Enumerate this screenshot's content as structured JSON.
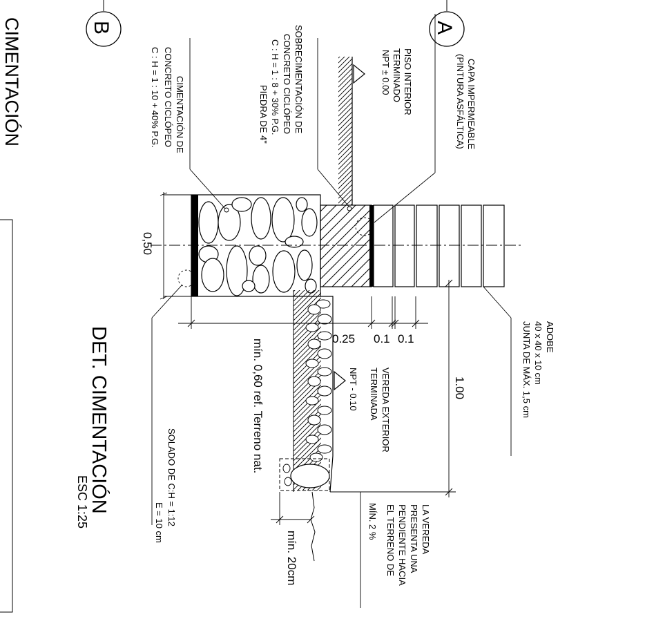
{
  "sheet_title": "CIMENTACIÓN",
  "detail_title": "DET. CIMENTACIÓN",
  "detail_scale": "ESC 1:25",
  "axis_a": "A",
  "axis_b": "B",
  "notes": {
    "cap1": "CAPA  IMPERMEABLE",
    "cap2": "(PINTURA ASFÁLTICA)",
    "piso1": "PISO INTERIOR",
    "piso2": "TERMINADO",
    "piso3": "NPT ± 0.00",
    "sob1": "SOBRECIMENTACIÓN DE",
    "sob2": "CONCRETO CICLÓPEO",
    "sob3": "C : H = 1 : 8 + 30% P.G.",
    "sob4": "PIEDRA DE  4\"",
    "cim1": "CIMENTACIÓN DE",
    "cim2": "CONCRETO CICLÓPEO",
    "cim3": "C : H = 1 : 10 + 40% P.G.",
    "adobe1": "ADOBE",
    "adobe2": "40 x 40 x 10 cm",
    "adobe3": "JUNTA DE MÁX. 1,5 cm",
    "ver1": "VEREDA EXTERIOR",
    "ver2": "TERMINADA",
    "ver3": "NPT - 0.10",
    "pend1": "LA VEREDA",
    "pend2": "PRESENTA UNA",
    "pend3": "PENDIENTE HACIA",
    "pend4": "EL TERRENO DE",
    "pend5": "MÍN. 2 %",
    "sol1": "SOLADO DE C:H = 1:12",
    "sol2": "E = 10 cm",
    "terreno": "mín. 0,60 ref. Terreno nat.",
    "min20": "mín. 20cm"
  },
  "dims": {
    "w050": "0,50",
    "d025": "0.25",
    "d01a": "0.1",
    "d01b": "0.1",
    "h100": "1.00"
  }
}
